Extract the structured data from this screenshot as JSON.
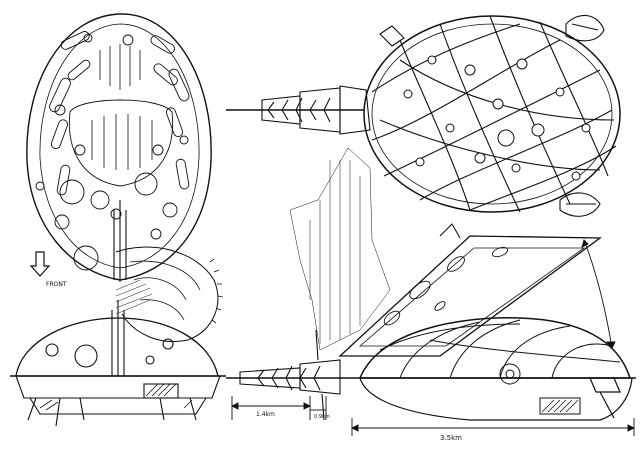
{
  "sheet": {
    "background": "#ffffff",
    "ink": "#111111",
    "labels": {
      "front": "FRONT",
      "dim_left": "1.4km",
      "dim_mid": "0.9km",
      "dim_total": "3.5km"
    }
  }
}
